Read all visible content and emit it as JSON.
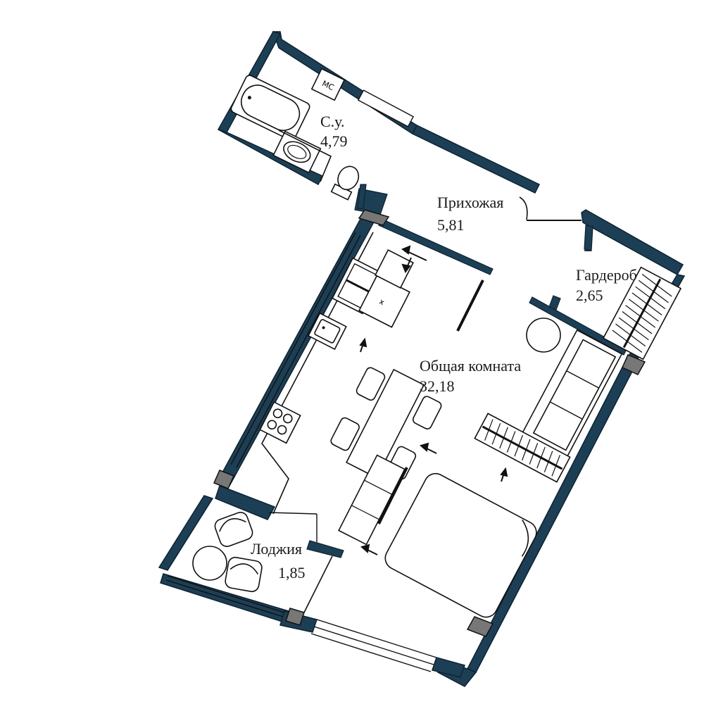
{
  "colors": {
    "outer_wall": "#1d3f55",
    "wall_outline": "#0d2333",
    "column": "#777777",
    "line": "#111111",
    "background": "#ffffff"
  },
  "rooms": [
    {
      "id": "bathroom",
      "name": "С.у.",
      "area": "4,79"
    },
    {
      "id": "hallway",
      "name": "Прихожая",
      "area": "5,81"
    },
    {
      "id": "wardrobe",
      "name": "Гардероб",
      "area": "2,65"
    },
    {
      "id": "living",
      "name": "Общая комната",
      "area": "32,18"
    },
    {
      "id": "loggia",
      "name": "Лоджия",
      "area": "1,85"
    }
  ],
  "icons": {
    "wm": "washing-machine-icon",
    "wm_label": "МС",
    "sink_mark": "x"
  }
}
